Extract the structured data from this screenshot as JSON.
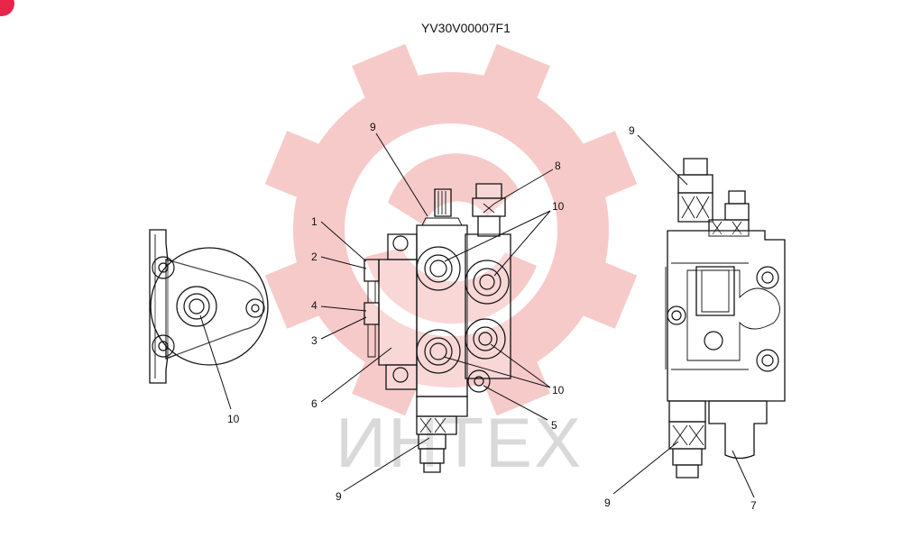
{
  "title": "YV30V00007F1",
  "watermark": {
    "text": "ИНТЕХ",
    "gear_color": "#f4b8b8",
    "text_color": "#d9d9d9"
  },
  "corner_badge_color": "#e8254a",
  "callouts": {
    "left_10": "10",
    "center_9_top": "9",
    "center_8": "8",
    "center_10_top": "10",
    "center_1": "1",
    "center_2": "2",
    "center_4": "4",
    "center_3": "3",
    "center_6": "6",
    "center_10_bottom": "10",
    "center_5": "5",
    "center_9_bottom": "9",
    "right_9_top": "9",
    "right_9_bottom": "9",
    "right_7": "7"
  }
}
